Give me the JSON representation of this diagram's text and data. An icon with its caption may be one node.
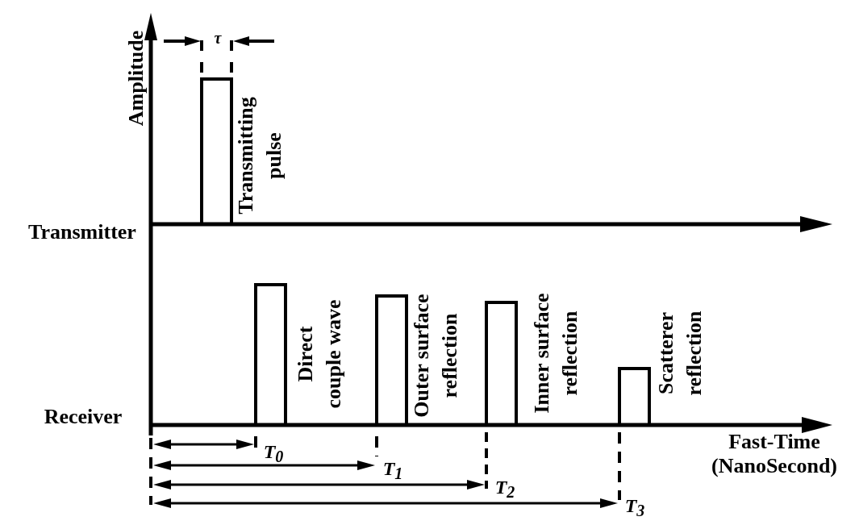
{
  "diagram": {
    "labels": [
      "Amplitude",
      "τ",
      "Transmitting pulse",
      "Transmitter",
      "Direct couple wave",
      "Outer surface reflection",
      "Inner surface reflection",
      "Scatterer reflection",
      "Receiver",
      "Fast-Time (NanoSecond)",
      "T$_{0}$",
      "T$_{1}$",
      "T$_{2}$",
      "T$_{3}$"
    ]
  }
}
